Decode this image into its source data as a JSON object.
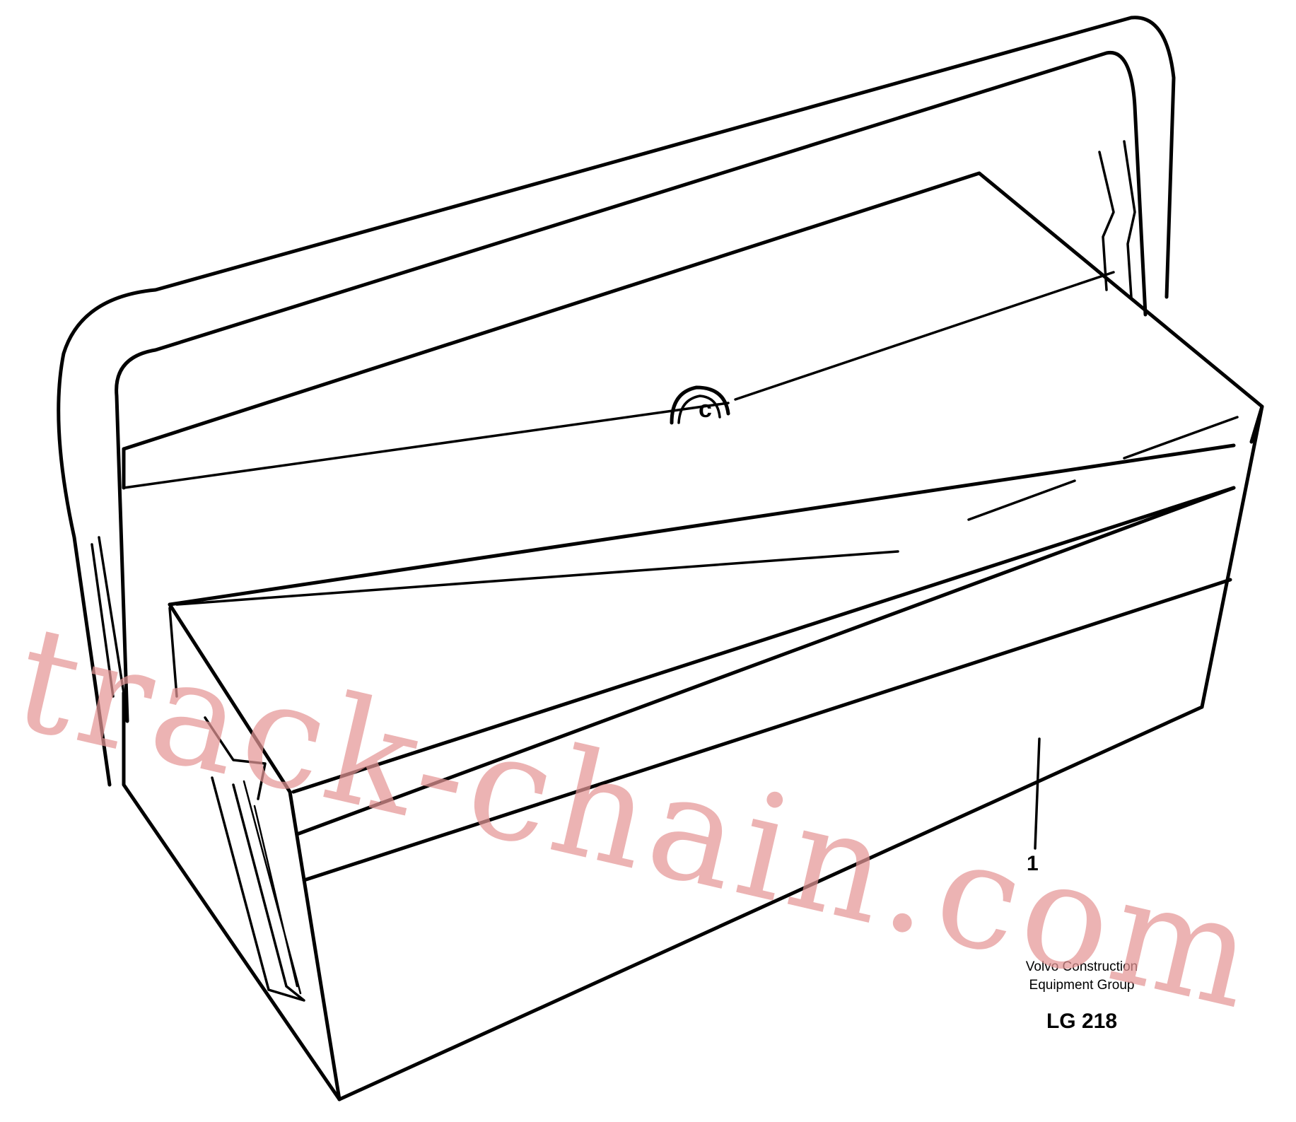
{
  "diagram": {
    "callouts": [
      {
        "number": "1"
      }
    ],
    "caption_line1": "Volvo Construction",
    "caption_line2": "Equipment Group",
    "drawing_code": "LG 218",
    "watermark_text": "track-chain.com",
    "colors": {
      "line": "#000000",
      "background": "#ffffff",
      "watermark": "#e49696"
    }
  }
}
